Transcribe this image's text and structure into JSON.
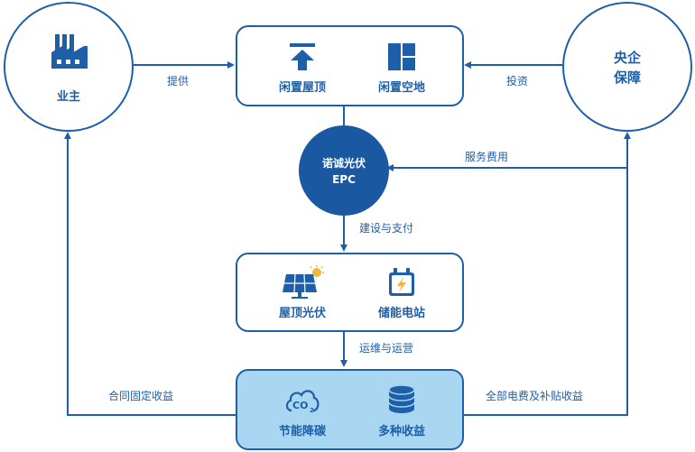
{
  "nodes": {
    "owner": {
      "label": "业主"
    },
    "soe": {
      "line1": "央企",
      "line2": "保障"
    },
    "epc": {
      "line1": "诺诚光伏",
      "line2": "EPC"
    }
  },
  "top_box": {
    "items": [
      {
        "label": "闲置屋顶",
        "icon": "roof-upload-icon"
      },
      {
        "label": "闲置空地",
        "icon": "land-grid-icon"
      }
    ]
  },
  "mid_box": {
    "items": [
      {
        "label": "屋顶光伏",
        "icon": "solar-panel-icon"
      },
      {
        "label": "储能电站",
        "icon": "battery-icon"
      }
    ]
  },
  "bottom_box": {
    "items": [
      {
        "label": "节能降碳",
        "icon": "co2-icon"
      },
      {
        "label": "多种收益",
        "icon": "coin-stack-icon"
      }
    ]
  },
  "edges": {
    "provide": "提供",
    "invest": "投资",
    "service_fee": "服务费用",
    "build_pay": "建设与支付",
    "om": "运维与运营",
    "fixed_income": "合同固定收益",
    "all_income": "全部电费及补贴收益"
  },
  "colors": {
    "primary": "#1d5fa8",
    "epc_fill": "#1a58a1",
    "bottom_fill": "#a9d6f0",
    "accent": "#f4b63a"
  }
}
